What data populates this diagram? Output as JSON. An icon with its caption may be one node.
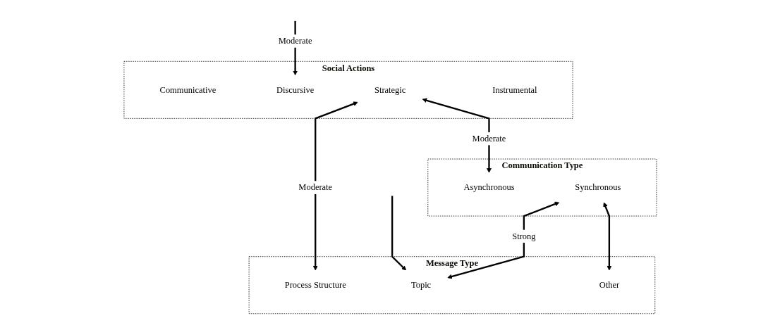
{
  "diagram": {
    "nodes": [
      {
        "text": [
          "Social Actions"
        ]
      },
      {
        "text": [
          "Communicative"
        ],
        "in": 0
      },
      {
        "text": [
          "Discursive"
        ],
        "in": 0
      },
      {
        "text": [
          "Strategic"
        ],
        "in": 0
      },
      {
        "text": [
          "Instrumental"
        ],
        "in": 0
      },
      {
        "text": [
          "Communication Type"
        ]
      },
      {
        "text": [
          "Asynchronous"
        ],
        "in": 5
      },
      {
        "text": [
          "Synchronous"
        ],
        "in": 5
      },
      {
        "text": [
          "Message Type"
        ]
      },
      {
        "text": [
          "Process Structure"
        ],
        "in": 8
      },
      {
        "text": [
          "Topic"
        ],
        "in": 8
      },
      {
        "text": [
          "Other"
        ],
        "in": 8
      }
    ],
    "edges": [
      {
        "from": null,
        "to": 2,
        "arrow": "to",
        "label": "Moderate"
      },
      {
        "from": 3,
        "to": 6,
        "arrow": "both",
        "label": "Moderate"
      },
      {
        "from": 3,
        "to": 9,
        "arrow": "both",
        "label": "Moderate"
      },
      {
        "from": 7,
        "to": 10,
        "arrow": "both",
        "label": "Strong"
      },
      {
        "from": 7,
        "to": 11,
        "arrow": "both"
      },
      {
        "from": null,
        "to": 10,
        "arrow": "to"
      }
    ]
  }
}
